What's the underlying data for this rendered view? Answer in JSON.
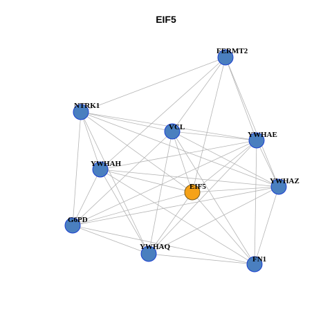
{
  "title": "EIF5",
  "colors": {
    "node_fill": "#4a7fbf",
    "node_stroke": "#1a3fd0",
    "highlight_fill": "#f5a218",
    "highlight_stroke": "#7a5a1a",
    "edge": "#b4b4b4"
  },
  "nodes": [
    {
      "id": "FERMT2",
      "label": "FERMT2",
      "highlight": false
    },
    {
      "id": "NTRK1",
      "label": "NTRK1",
      "highlight": false
    },
    {
      "id": "VCL",
      "label": "VCL",
      "highlight": false
    },
    {
      "id": "YWHAE",
      "label": "YWHAE",
      "highlight": false
    },
    {
      "id": "YWHAH",
      "label": "YWHAH",
      "highlight": false
    },
    {
      "id": "EIF5",
      "label": "EIF5",
      "highlight": true
    },
    {
      "id": "YWHAZ",
      "label": "YWHAZ",
      "highlight": false
    },
    {
      "id": "G6PD",
      "label": "G6PD",
      "highlight": false
    },
    {
      "id": "YWHAQ",
      "label": "YWHAQ",
      "highlight": false
    },
    {
      "id": "FN1",
      "label": "FN1",
      "highlight": false
    }
  ],
  "edges": [
    [
      "FERMT2",
      "NTRK1"
    ],
    [
      "FERMT2",
      "VCL"
    ],
    [
      "FERMT2",
      "YWHAE"
    ],
    [
      "FERMT2",
      "YWHAZ"
    ],
    [
      "FERMT2",
      "EIF5"
    ],
    [
      "FERMT2",
      "YWHAH"
    ],
    [
      "NTRK1",
      "VCL"
    ],
    [
      "NTRK1",
      "YWHAE"
    ],
    [
      "NTRK1",
      "YWHAZ"
    ],
    [
      "NTRK1",
      "YWHAH"
    ],
    [
      "NTRK1",
      "G6PD"
    ],
    [
      "NTRK1",
      "YWHAQ"
    ],
    [
      "NTRK1",
      "EIF5"
    ],
    [
      "VCL",
      "YWHAE"
    ],
    [
      "VCL",
      "YWHAZ"
    ],
    [
      "VCL",
      "EIF5"
    ],
    [
      "VCL",
      "G6PD"
    ],
    [
      "VCL",
      "YWHAQ"
    ],
    [
      "VCL",
      "FN1"
    ],
    [
      "YWHAE",
      "YWHAH"
    ],
    [
      "YWHAE",
      "EIF5"
    ],
    [
      "YWHAE",
      "YWHAZ"
    ],
    [
      "YWHAE",
      "G6PD"
    ],
    [
      "YWHAE",
      "YWHAQ"
    ],
    [
      "YWHAE",
      "FN1"
    ],
    [
      "YWHAH",
      "EIF5"
    ],
    [
      "YWHAH",
      "YWHAZ"
    ],
    [
      "YWHAH",
      "G6PD"
    ],
    [
      "YWHAH",
      "YWHAQ"
    ],
    [
      "YWHAH",
      "FN1"
    ],
    [
      "EIF5",
      "G6PD"
    ],
    [
      "EIF5",
      "YWHAQ"
    ],
    [
      "EIF5",
      "FN1"
    ],
    [
      "EIF5",
      "YWHAZ"
    ],
    [
      "YWHAZ",
      "G6PD"
    ],
    [
      "YWHAZ",
      "YWHAQ"
    ],
    [
      "YWHAZ",
      "FN1"
    ],
    [
      "G6PD",
      "YWHAQ"
    ],
    [
      "G6PD",
      "FN1"
    ],
    [
      "YWHAQ",
      "FN1"
    ]
  ]
}
